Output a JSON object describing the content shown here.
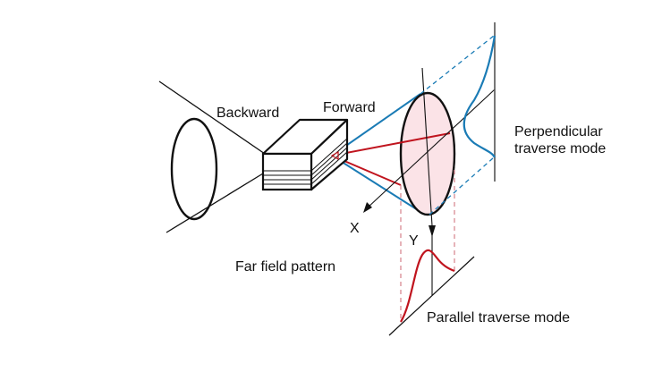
{
  "diagram": {
    "title": "Laser diode far field pattern",
    "labels": {
      "backward": "Backward",
      "forward": "Forward",
      "perpendicular_line1": "Perpendicular",
      "perpendicular_line2": "traverse mode",
      "far_field": "Far field pattern",
      "parallel": "Parallel traverse mode",
      "axis_x": "X",
      "axis_y": "Y"
    },
    "colors": {
      "outline": "#111111",
      "perpendicular_beam": "#1a7bb5",
      "parallel_beam": "#c0141e",
      "spot_fill": "#fbe3e7",
      "guide_red": "#d98a93"
    }
  }
}
